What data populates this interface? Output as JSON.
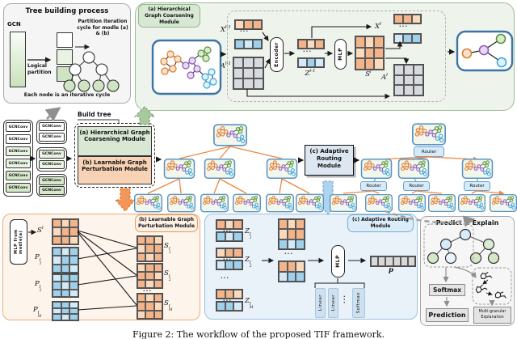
{
  "colors": {
    "palette": {
      "o": "#f2b488",
      "oL": "#fad9bd",
      "b": "#9fd0ec",
      "bL": "#d3eaf8",
      "g": "#d7dbe0",
      "p": "#d8d8d8"
    },
    "accent_green": "#9dbf97",
    "accent_orange": "#ee8a3e",
    "accent_blue": "#5f9cc8"
  },
  "ellipsis": "...",
  "panel_tree": {
    "title": "Tree building process",
    "gcn": "GCN",
    "logical": "Logical partition",
    "note": "Partition iteration cycle for modle (a) & (b)",
    "footer": "Each node is an iterative cycle"
  },
  "gcn": {
    "conv": "GCNConv"
  },
  "build_tree": {
    "title": "Build tree",
    "module_a": "(a) Hierarchical Graph Coarsening Module",
    "module_b": "(b) Learnable Graph Perturbation Module"
  },
  "panel_a": {
    "label": "(a) Hierarchical Graph Coarsening Module",
    "encoder": "Encoder",
    "mlp": "MLP",
    "x_prev": {
      "base": "X",
      "sup": "l-1"
    },
    "a_prev": {
      "base": "A",
      "sup": "l-1"
    },
    "z_prev": {
      "base": "Z",
      "sup": "l-1"
    },
    "x_next": {
      "base": "X",
      "sup": "l"
    },
    "s_mat": {
      "base": "S",
      "sup": "l"
    },
    "a_next": {
      "base": "A",
      "sup": "l"
    }
  },
  "routing_box": {
    "label": "(c) Adaptive Routing Module"
  },
  "router": {
    "label": "Router"
  },
  "panel_b": {
    "label": "(b) Learnable Graph Perturbation Module",
    "mlp_box": "MLP from modle(a)",
    "s": {
      "base": "S",
      "sup": "l"
    },
    "p1": {
      "base": "P",
      "sub": "1",
      "sup": "l"
    },
    "p2": {
      "base": "P",
      "sub": "2",
      "sup": "l"
    },
    "pm": {
      "base": "P",
      "sub": "M",
      "sup": "l"
    },
    "s1": {
      "base": "S",
      "sub": "1",
      "sup": "l"
    },
    "s2": {
      "base": "S",
      "sub": "2",
      "sup": "l"
    },
    "sm": {
      "base": "S",
      "sub": "M",
      "sup": "l"
    }
  },
  "panel_c": {
    "label": "(c) Adaptive Routing Module",
    "mlp": "MLP",
    "linear": "Linear",
    "softmax": "Softmax",
    "p": "p",
    "z1": {
      "base": "Z",
      "sub": "1",
      "sup": "l"
    },
    "z2": {
      "base": "Z",
      "sub": "2",
      "sup": "l"
    },
    "zm": {
      "base": "Z",
      "sub": "M",
      "sup": "l"
    }
  },
  "predict": {
    "title": "Predict & Explain",
    "softmax": "Softmax",
    "prediction": "Prediction",
    "explanation": "Multi-granular Explanation"
  },
  "caption": "Figure 2: The workflow of the proposed TIF framework.",
  "matrices": {
    "xprev_o": [
      [
        "oL",
        "o",
        "o"
      ]
    ],
    "xprev_b": [
      [
        "b",
        "bL",
        "b"
      ]
    ],
    "aprev": [
      [
        "g",
        "g",
        "g"
      ],
      [
        "g",
        "g",
        "g"
      ],
      [
        "g",
        "g",
        "g"
      ]
    ],
    "z_o": [
      [
        "o",
        "oL",
        "o"
      ]
    ],
    "z_b": [
      [
        "bL",
        "b",
        "bL"
      ]
    ],
    "s": [
      [
        "o",
        "oL",
        "o"
      ],
      [
        "oL",
        "o",
        "o"
      ],
      [
        "o",
        "o",
        "oL"
      ]
    ],
    "xl_o": [
      [
        "o",
        "o",
        "oL"
      ]
    ],
    "xl_b": [
      [
        "bL",
        "b",
        "b"
      ]
    ],
    "al": [
      [
        "g",
        "g",
        "g"
      ],
      [
        "g",
        "g",
        "g"
      ],
      [
        "g",
        "g",
        "g"
      ]
    ],
    "sb": [
      [
        "o",
        "oL",
        "o"
      ],
      [
        "oL",
        "o",
        "o"
      ],
      [
        "o",
        "o",
        "oL"
      ]
    ],
    "p1": [
      [
        "b",
        "bL",
        "b"
      ],
      [
        "bL",
        "b",
        "b"
      ],
      [
        "b",
        "b",
        "bL"
      ]
    ],
    "p2": [
      [
        "bL",
        "b",
        "b"
      ],
      [
        "b",
        "bL",
        "b"
      ],
      [
        "b",
        "b",
        "bL"
      ]
    ],
    "pm": [
      [
        "b",
        "b",
        "bL"
      ],
      [
        "bL",
        "b",
        "b"
      ],
      [
        "b",
        "bL",
        "b"
      ]
    ],
    "s1": [
      [
        "o",
        "o",
        "oL"
      ],
      [
        "oL",
        "o",
        "o"
      ],
      [
        "o",
        "oL",
        "o"
      ]
    ],
    "s2": [
      [
        "oL",
        "o",
        "o"
      ],
      [
        "o",
        "o",
        "oL"
      ],
      [
        "o",
        "oL",
        "o"
      ]
    ],
    "sm": [
      [
        "o",
        "oL",
        "o"
      ],
      [
        "o",
        "o",
        "oL"
      ],
      [
        "oL",
        "o",
        "o"
      ]
    ],
    "z1o": [
      [
        "o",
        "oL",
        "o"
      ]
    ],
    "z1b": [
      [
        "b",
        "bL",
        "b"
      ]
    ],
    "z2o": [
      [
        "oL",
        "o",
        "o"
      ]
    ],
    "z2b": [
      [
        "bL",
        "b",
        "b"
      ]
    ],
    "zmo": [
      [
        "o",
        "o",
        "oL"
      ]
    ],
    "zmb": [
      [
        "b",
        "b",
        "bL"
      ]
    ],
    "stackA": [
      [
        "o",
        "oL",
        "o"
      ],
      [
        "oL",
        "o",
        "o"
      ],
      [
        "b",
        "bL",
        "b"
      ]
    ],
    "stackB": [
      [
        "o",
        "o",
        "oL"
      ],
      [
        "bL",
        "b",
        "b"
      ]
    ],
    "pvec": [
      [
        "p",
        "p",
        "p",
        "p",
        "p",
        "p"
      ]
    ]
  }
}
